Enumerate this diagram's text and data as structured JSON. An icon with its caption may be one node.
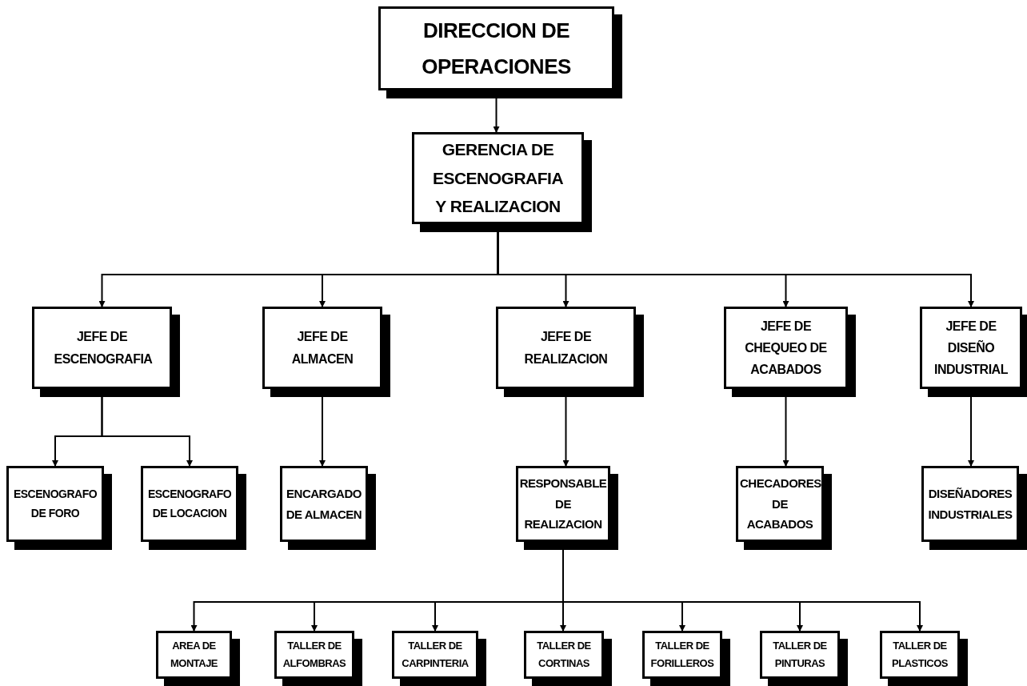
{
  "diagram": {
    "nodes": [
      {
        "text": [
          "DIRECCION DE OPERACIONES"
        ]
      },
      {
        "text": [
          "GERENCIA DE ESCENOGRAFIA Y REALIZACION"
        ]
      },
      {
        "text": [
          "JEFE DE ESCENOGRAFIA"
        ]
      },
      {
        "text": [
          "JEFE DE ALMACEN"
        ]
      },
      {
        "text": [
          "JEFE DE REALIZACION"
        ]
      },
      {
        "text": [
          "JEFE DE CHEQUEO DE ACABADOS"
        ]
      },
      {
        "text": [
          "JEFE DE DISEÑO INDUSTRIAL"
        ]
      },
      {
        "text": [
          "ESCENOGRAFO DE FORO"
        ]
      },
      {
        "text": [
          "ESCENOGRAFO DE LOCACION"
        ]
      },
      {
        "text": [
          "ENCARGADO DE ALMACEN"
        ]
      },
      {
        "text": [
          "RESPONSABLE DE REALIZACION"
        ]
      },
      {
        "text": [
          "CHECADORES DE ACABADOS"
        ]
      },
      {
        "text": [
          "DISEÑADORES INDUSTRIALES"
        ]
      },
      {
        "text": [
          "AREA DE MONTAJE"
        ]
      },
      {
        "text": [
          "TALLER DE ALFOMBRAS"
        ]
      },
      {
        "text": [
          "TALLER DE CARPINTERIA"
        ]
      },
      {
        "text": [
          "TALLER DE CORTINAS"
        ]
      },
      {
        "text": [
          "TALLER DE FORILLEROS"
        ]
      },
      {
        "text": [
          "TALLER DE PINTURAS"
        ]
      },
      {
        "text": [
          "TALLER DE PLASTICOS"
        ]
      }
    ],
    "edges": [
      {
        "from": 0,
        "to": 1,
        "arrow": "to"
      },
      {
        "from": 1,
        "to": 2,
        "arrow": "to"
      },
      {
        "from": 1,
        "to": 3,
        "arrow": "to"
      },
      {
        "from": 1,
        "to": 4,
        "arrow": "to"
      },
      {
        "from": 1,
        "to": 5,
        "arrow": "to"
      },
      {
        "from": 1,
        "to": 6,
        "arrow": "to"
      },
      {
        "from": 2,
        "to": 7,
        "arrow": "to"
      },
      {
        "from": 2,
        "to": 8,
        "arrow": "to"
      },
      {
        "from": 3,
        "to": 9,
        "arrow": "to"
      },
      {
        "from": 4,
        "to": 10,
        "arrow": "to"
      },
      {
        "from": 5,
        "to": 11,
        "arrow": "to"
      },
      {
        "from": 6,
        "to": 12,
        "arrow": "to"
      },
      {
        "from": 10,
        "to": 13,
        "arrow": "to"
      },
      {
        "from": 10,
        "to": 14,
        "arrow": "to"
      },
      {
        "from": 10,
        "to": 15,
        "arrow": "to"
      },
      {
        "from": 10,
        "to": 16,
        "arrow": "to"
      },
      {
        "from": 10,
        "to": 17,
        "arrow": "to"
      },
      {
        "from": 10,
        "to": 18,
        "arrow": "to"
      },
      {
        "from": 10,
        "to": 19,
        "arrow": "to"
      }
    ]
  }
}
